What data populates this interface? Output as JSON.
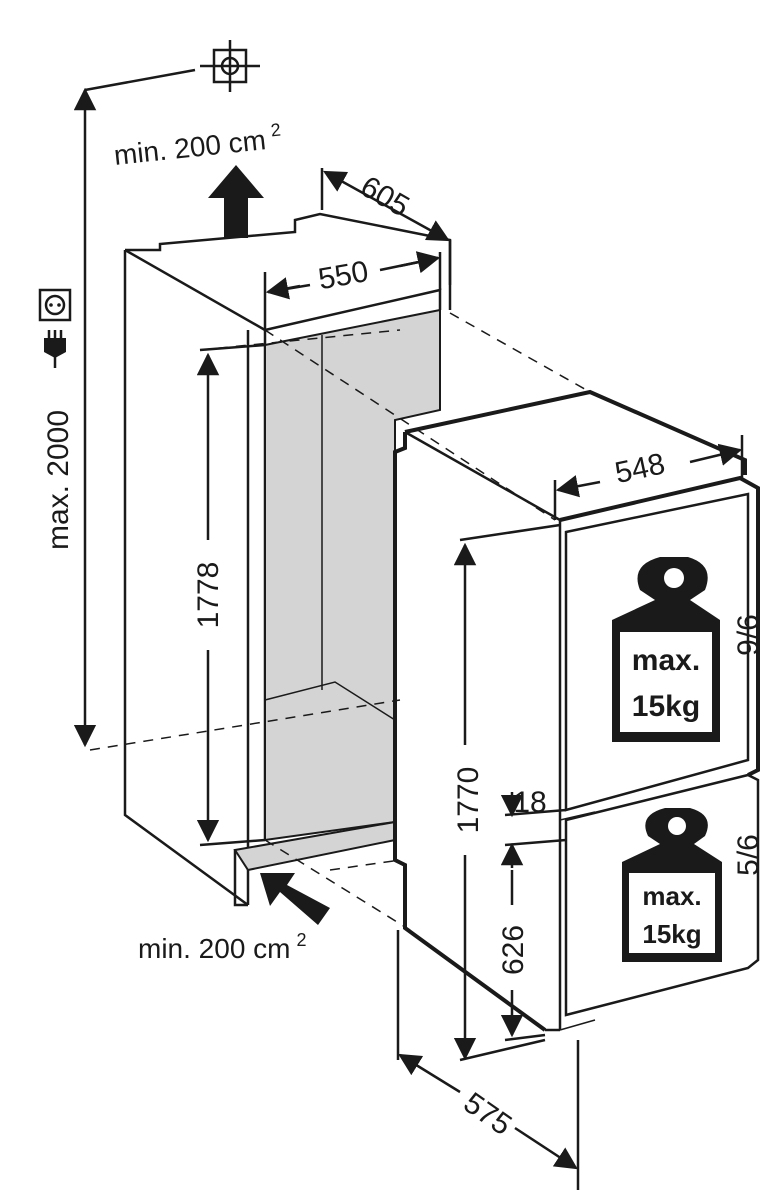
{
  "niche": {
    "width_outer": "605",
    "width_inner": "550",
    "height": "1778",
    "max_total_height": "max. 2000",
    "vent_top": "min. 200 cm",
    "vent_top_sup": "2",
    "vent_bottom": "min. 200 cm",
    "vent_bottom_sup": "2"
  },
  "appliance": {
    "width": "548",
    "depth": "575",
    "height": "1770",
    "gap": "18",
    "lower_door_height": "626",
    "upper_door_count": "9/6",
    "lower_door_count": "5/6",
    "upper_load": {
      "line1": "max.",
      "line2": "15kg"
    },
    "lower_load": {
      "line1": "max.",
      "line2": "15kg"
    }
  },
  "icons": [
    "water-connection-icon",
    "power-socket-icon",
    "power-plug-icon",
    "airflow-arrow-icon",
    "weight-icon"
  ]
}
